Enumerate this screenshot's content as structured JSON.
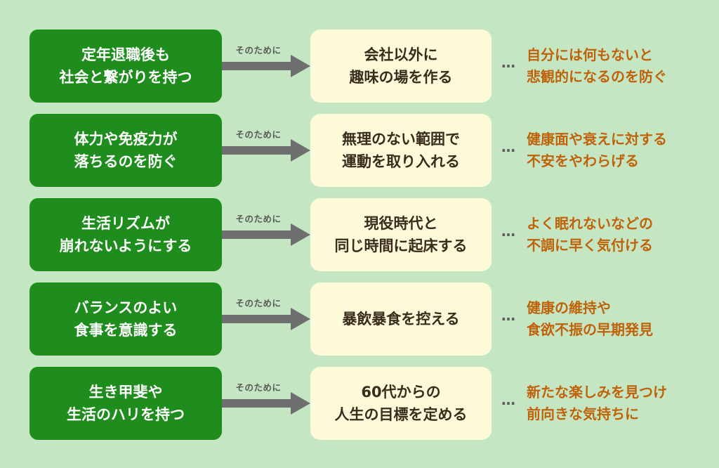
{
  "connector_label": "そのために",
  "ellipsis": "…",
  "rows": [
    {
      "goal": "定年退職後も\n社会と繋がりを持つ",
      "action": "会社以外に\n趣味の場を作る",
      "result": "自分には何もないと\n悲観的になるのを防ぐ"
    },
    {
      "goal": "体力や免疫力が\n落ちるのを防ぐ",
      "action": "無理のない範囲で\n運動を取り入れる",
      "result": "健康面や衰えに対する\n不安をやわらげる"
    },
    {
      "goal": "生活リズムが\n崩れないようにする",
      "action": "現役時代と\n同じ時間に起床する",
      "result": "よく眠れないなどの\n不調に早く気付ける"
    },
    {
      "goal": "バランスのよい\n食事を意識する",
      "action": "暴飲暴食を控える",
      "result": "健康の維持や\n食欲不振の早期発見"
    },
    {
      "goal": "生き甲斐や\n生活のハリを持つ",
      "action": "60代からの\n人生の目標を定める",
      "result": "新たな楽しみを見つけ\n前向きな気持ちに"
    }
  ],
  "colors": {
    "background": "#c4e6c3",
    "goal_box": "#1f8d1d",
    "action_box": "#fcfad9",
    "arrow": "#6e6e6e",
    "result_text": "#c0620a"
  }
}
